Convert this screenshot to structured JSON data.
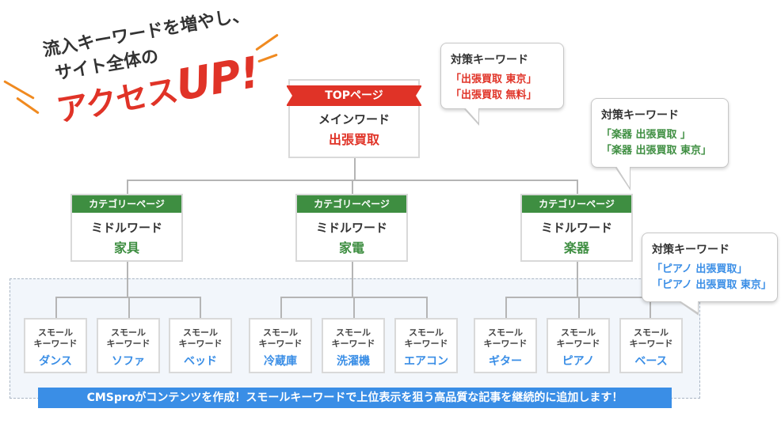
{
  "headline": {
    "line1": "流入キーワードを増やし、",
    "line2": "サイト全体の",
    "line3": "アクセス",
    "line3_big": "UP!"
  },
  "top_page": {
    "label": "TOPページ",
    "main_word_label": "メインワード",
    "main_word": "出張買取"
  },
  "category_label": "カテゴリーページ",
  "middle_word_label": "ミドルワード",
  "categories": [
    {
      "middle_word": "家具"
    },
    {
      "middle_word": "家電"
    },
    {
      "middle_word": "楽器"
    }
  ],
  "small_keyword_label": "スモール\nキーワード",
  "small_keywords": [
    "ダンス",
    "ソファ",
    "ベッド",
    "冷蔵庫",
    "洗濯機",
    "エアコン",
    "ギター",
    "ピアノ",
    "ベース"
  ],
  "bubbles": {
    "top": {
      "title": "対策キーワード",
      "keywords": [
        "「出張買取  東京」",
        "「出張買取  無料」"
      ]
    },
    "category": {
      "title": "対策キーワード",
      "keywords": [
        "「楽器 出張買取 」",
        "「楽器 出張買取 東京」"
      ]
    },
    "small": {
      "title": "対策キーワード",
      "keywords": [
        "「ピアノ 出張買取」",
        "「ピアノ 出張買取 東京」"
      ]
    }
  },
  "banner": "CMSproがコンテンツを作成！スモールキーワードで上位表示を狙う高品質な記事を継続的に追加します！",
  "colors": {
    "red": "#e03327",
    "green": "#3e8e41",
    "blue": "#3a8ee6",
    "orange": "#f08a20"
  }
}
